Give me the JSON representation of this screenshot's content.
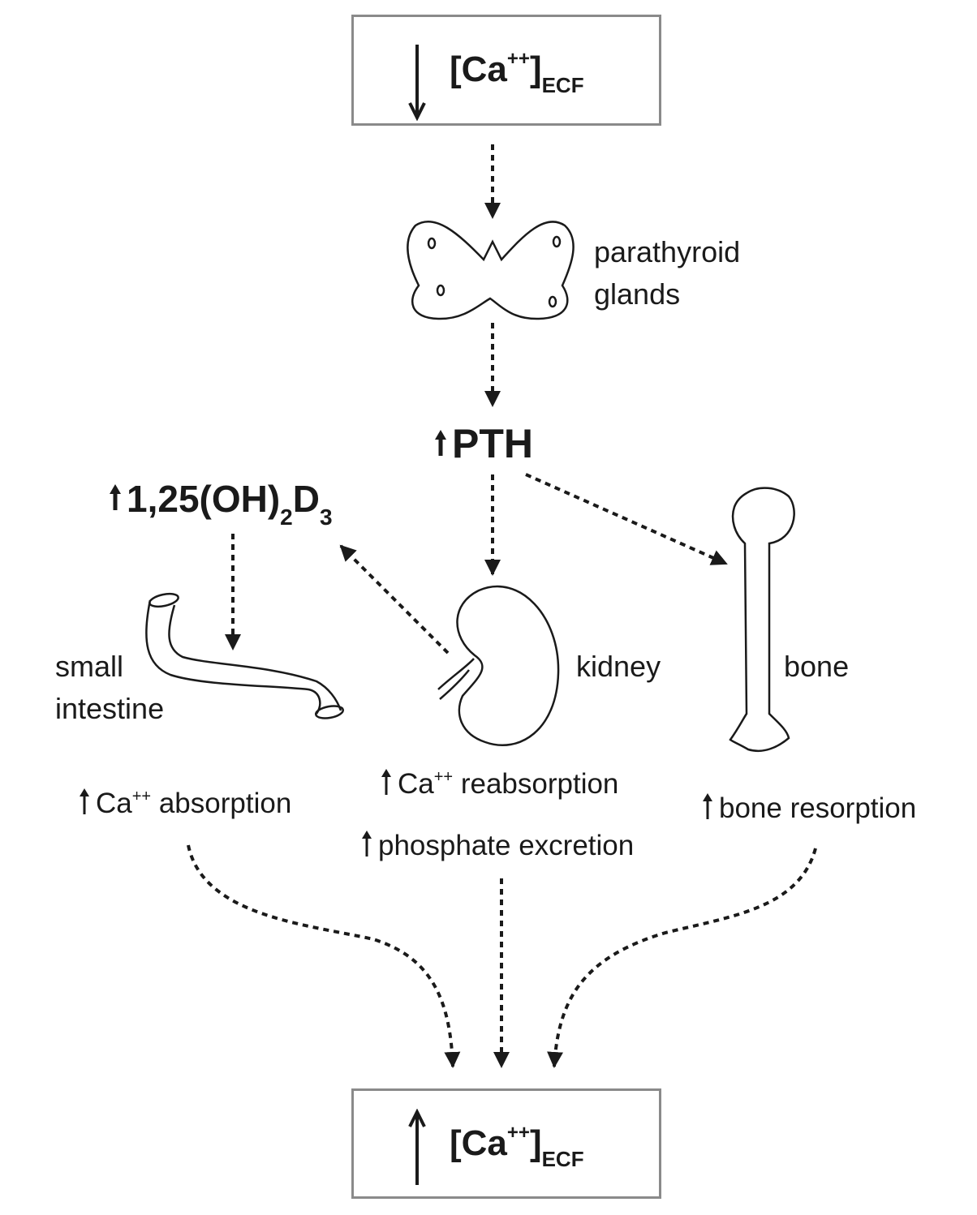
{
  "top_box": {
    "bracket_open": "[Ca",
    "superscript": "++",
    "bracket_close": "]",
    "subscript": "ECF"
  },
  "bottom_box": {
    "bracket_open": "[Ca",
    "superscript": "++",
    "bracket_close": "]",
    "subscript": "ECF"
  },
  "parathyroid_label": {
    "line1": "parathyroid",
    "line2": "glands"
  },
  "pth_label": "PTH",
  "vitamin_d": {
    "main": "1,25(OH)",
    "sub1": "2",
    "d": "D",
    "sub2": "3"
  },
  "organs": {
    "intestine": {
      "line1": "small",
      "line2": "intestine"
    },
    "kidney": "kidney",
    "bone": "bone"
  },
  "effects": {
    "ca_absorption": {
      "ca": "Ca",
      "sup": "++",
      "rest": " absorption"
    },
    "ca_reabsorption": {
      "ca": "Ca",
      "sup": "++",
      "rest": " reabsorption"
    },
    "phosphate_excretion": "phosphate excretion",
    "bone_resorption": "bone resorption"
  },
  "colors": {
    "ink": "#1a1a1a",
    "box_border": "#8a8a8a",
    "background": "#ffffff"
  },
  "icons": [
    "down-arrow-icon",
    "up-arrow-icon",
    "parathyroid-glands-icon",
    "kidney-icon",
    "bone-icon",
    "small-intestine-icon"
  ]
}
